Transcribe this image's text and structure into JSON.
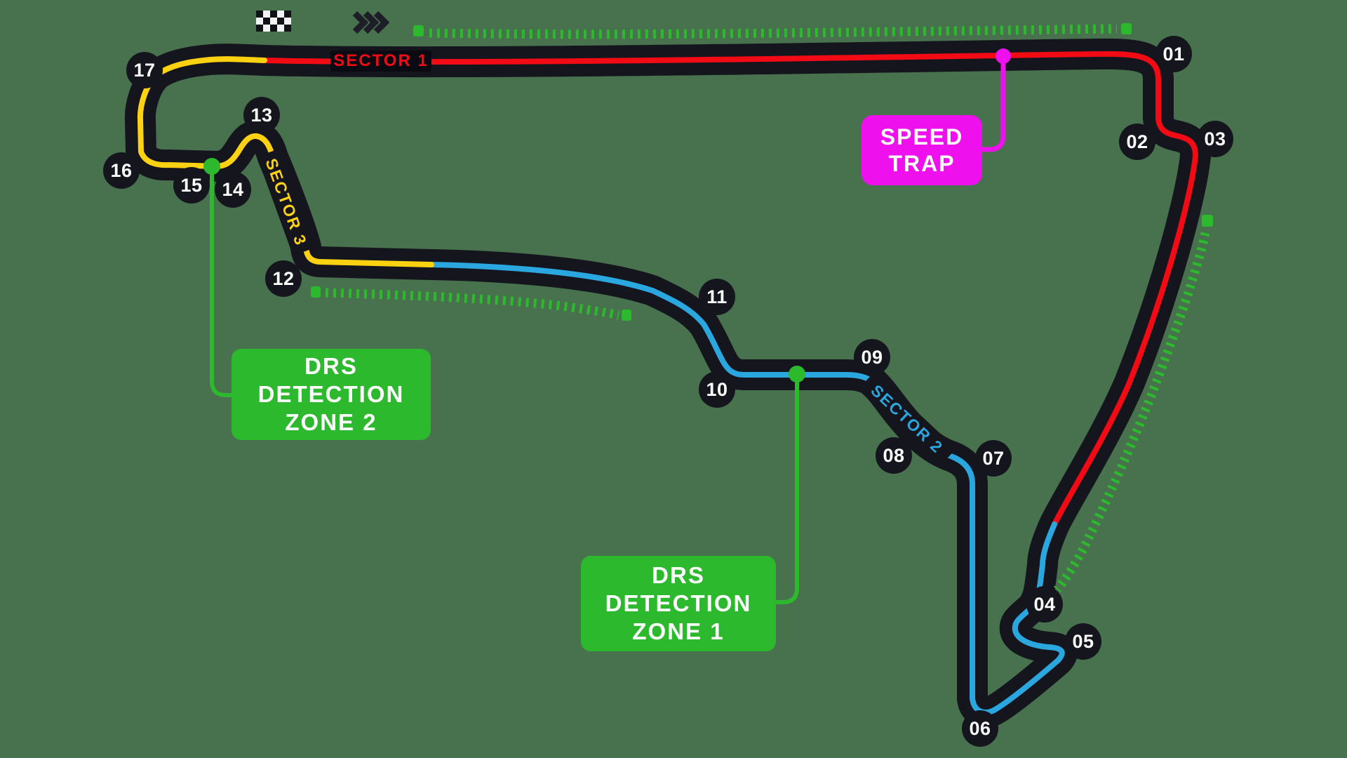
{
  "title": "Formula 1 circuit track map",
  "background_color": "#48714E",
  "track": {
    "color": "#15151E"
  },
  "sectors": {
    "s1": {
      "label": "SECTOR 1",
      "color": "#F20A14"
    },
    "s2": {
      "label": "SECTOR 2",
      "color": "#2BA7E0"
    },
    "s3": {
      "label": "SECTOR 3",
      "color": "#FFD211"
    }
  },
  "speed_trap": {
    "line1": "SPEED",
    "line2": "TRAP",
    "color": "#EE11EE"
  },
  "drs": {
    "color": "#2DB92D",
    "zone1": {
      "line1": "DRS",
      "line2": "DETECTION",
      "line3": "ZONE 1"
    },
    "zone2": {
      "line1": "DRS",
      "line2": "DETECTION",
      "line3": "ZONE 2"
    }
  },
  "icons": {
    "start_finish": "checkered-flag",
    "race_direction": "triple-chevron-right"
  },
  "turns": [
    {
      "label": "01"
    },
    {
      "label": "02"
    },
    {
      "label": "03"
    },
    {
      "label": "04"
    },
    {
      "label": "05"
    },
    {
      "label": "06"
    },
    {
      "label": "07"
    },
    {
      "label": "08"
    },
    {
      "label": "09"
    },
    {
      "label": "10"
    },
    {
      "label": "11"
    },
    {
      "label": "12"
    },
    {
      "label": "13"
    },
    {
      "label": "14"
    },
    {
      "label": "15"
    },
    {
      "label": "16"
    },
    {
      "label": "17"
    }
  ]
}
